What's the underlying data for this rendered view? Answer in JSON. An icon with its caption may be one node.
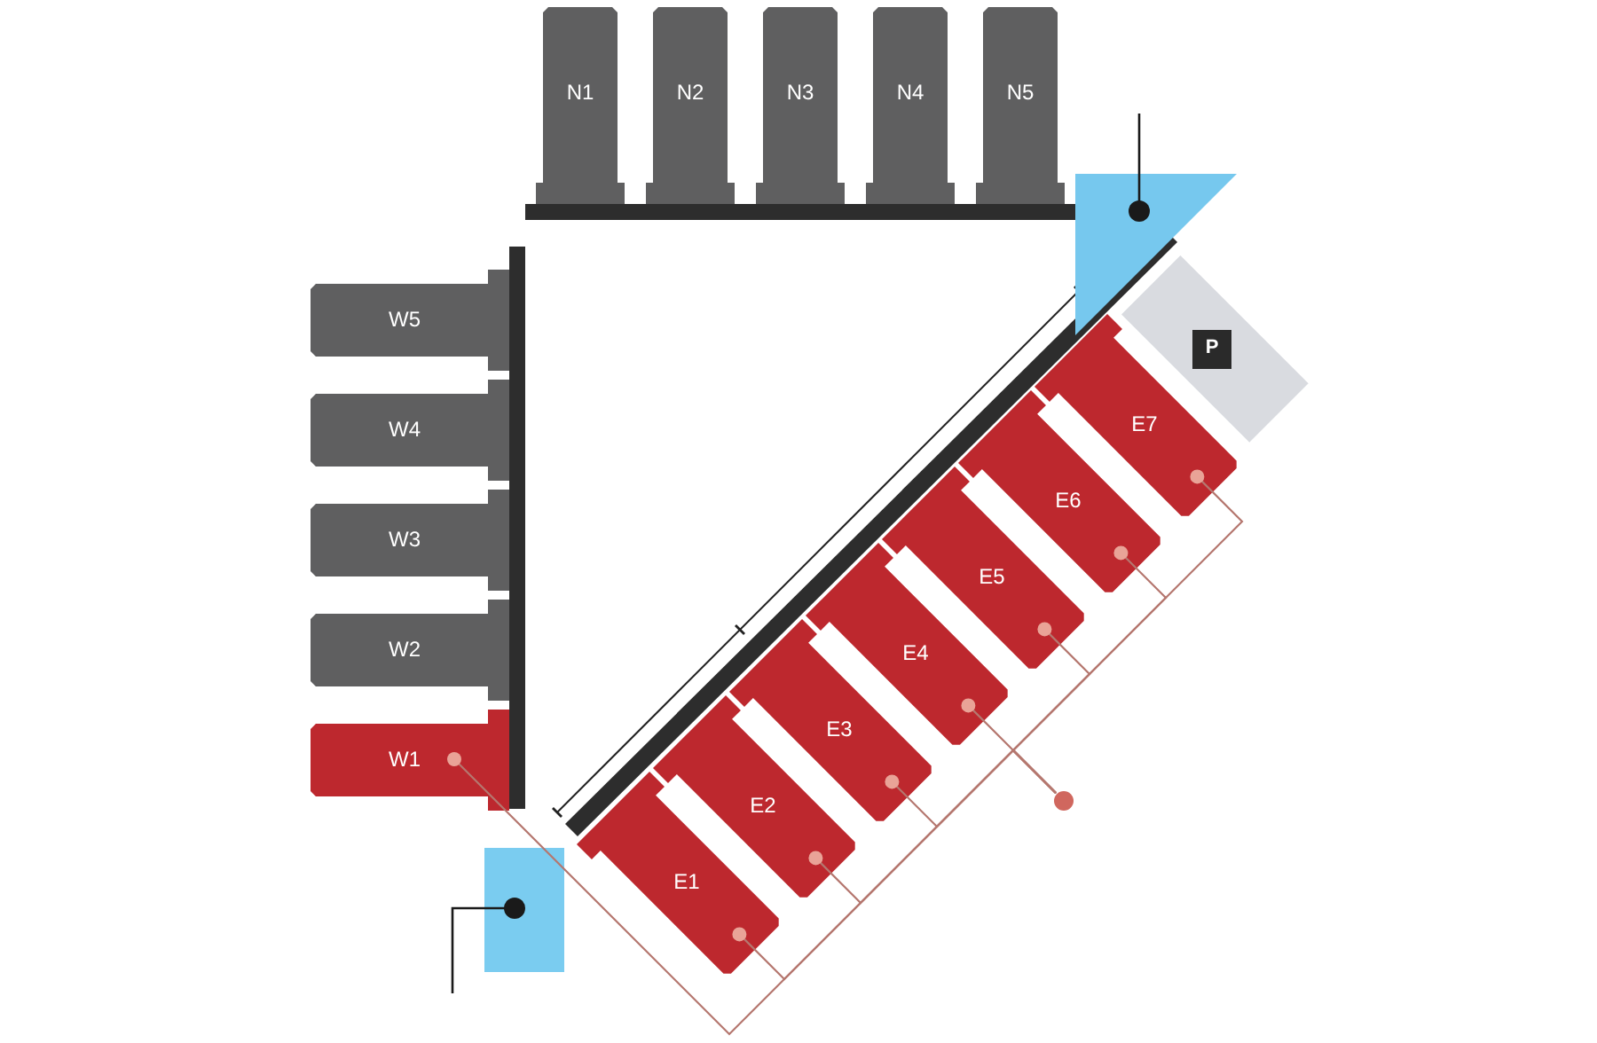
{
  "diagram": {
    "nodes": [
      {
        "text": [
          "N1"
        ]
      },
      {
        "text": [
          "N2"
        ]
      },
      {
        "text": [
          "N3"
        ]
      },
      {
        "text": [
          "N4"
        ]
      },
      {
        "text": [
          "N5"
        ]
      },
      {
        "text": [],
        "shape": "triangle"
      },
      {
        "text": [
          "W5"
        ]
      },
      {
        "text": [
          "W4"
        ]
      },
      {
        "text": [
          "W3"
        ]
      },
      {
        "text": [
          "W2"
        ]
      },
      {
        "text": [
          "W1"
        ]
      },
      {
        "text": [
          "E1"
        ]
      },
      {
        "text": [
          "E2"
        ]
      },
      {
        "text": [
          "E3"
        ]
      },
      {
        "text": [
          "E4"
        ]
      },
      {
        "text": [
          "E5"
        ]
      },
      {
        "text": [
          "E6"
        ]
      },
      {
        "text": [
          "E7"
        ]
      },
      {
        "text": [],
        "shape": "box"
      },
      {
        "text": [
          "P"
        ],
        "in": 18
      },
      {
        "text": [],
        "shape": "circle"
      },
      {
        "text": [],
        "shape": "box"
      }
    ],
    "edges": [
      {
        "from": 10,
        "to": 20,
        "arrow": "other"
      },
      {
        "from": 11,
        "to": 20,
        "arrow": "other"
      },
      {
        "from": 12,
        "to": 20,
        "arrow": "other"
      },
      {
        "from": 13,
        "to": 20,
        "arrow": "other"
      },
      {
        "from": 14,
        "to": 20,
        "arrow": "other"
      },
      {
        "from": 15,
        "to": 20,
        "arrow": "other"
      },
      {
        "from": 16,
        "to": 20,
        "arrow": "other"
      },
      {
        "from": 17,
        "to": 20,
        "arrow": "other"
      },
      {
        "from": 5,
        "to": null,
        "arrow": "other",
        "color": "#1a1a1a"
      },
      {
        "from": 21,
        "to": null,
        "arrow": "other",
        "color": "#1a1a1a"
      }
    ]
  }
}
